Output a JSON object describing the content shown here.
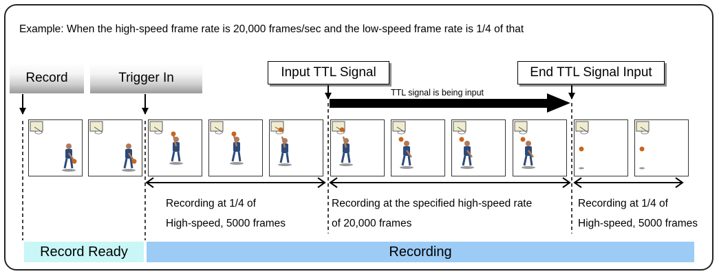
{
  "caption": "Example:  When the high-speed frame rate is 20,000 frames/sec and the low-speed frame rate is 1/4 of that",
  "buttons": {
    "record": "Record",
    "trigger_in": "Trigger In"
  },
  "signals": {
    "input_ttl": "Input TTL Signal",
    "end_ttl": "End TTL Signal Input",
    "ttl_note": "TTL signal is being input"
  },
  "segments": [
    {
      "line1": "Recording at 1/4 of",
      "line2": "High-speed, 5000 frames"
    },
    {
      "line1": "Recording at the specified high-speed rate",
      "line2": "of 20,000 frames"
    },
    {
      "line1": "Recording at 1/4 of",
      "line2": "High-speed, 5000 frames"
    }
  ],
  "bars": {
    "record_ready": "Record Ready",
    "recording": "Recording"
  },
  "frames": [
    {
      "name": "frame-1",
      "pose": "dribble"
    },
    {
      "name": "frame-2",
      "pose": "dribble"
    },
    {
      "name": "frame-3",
      "pose": "jump"
    },
    {
      "name": "frame-4",
      "pose": "jump"
    },
    {
      "name": "frame-5",
      "pose": "shoot"
    },
    {
      "name": "frame-6",
      "pose": "shoot"
    },
    {
      "name": "frame-7",
      "pose": "land"
    },
    {
      "name": "frame-8",
      "pose": "land"
    },
    {
      "name": "frame-9",
      "pose": "land"
    },
    {
      "name": "frame-10",
      "pose": "ball-only"
    },
    {
      "name": "frame-11",
      "pose": "ball-only"
    }
  ],
  "colors": {
    "record_ready_bar": "#c9f6f6",
    "recording_bar": "#9ccbf5",
    "jersey": "#2c4a7a",
    "ball": "#c8661e"
  }
}
